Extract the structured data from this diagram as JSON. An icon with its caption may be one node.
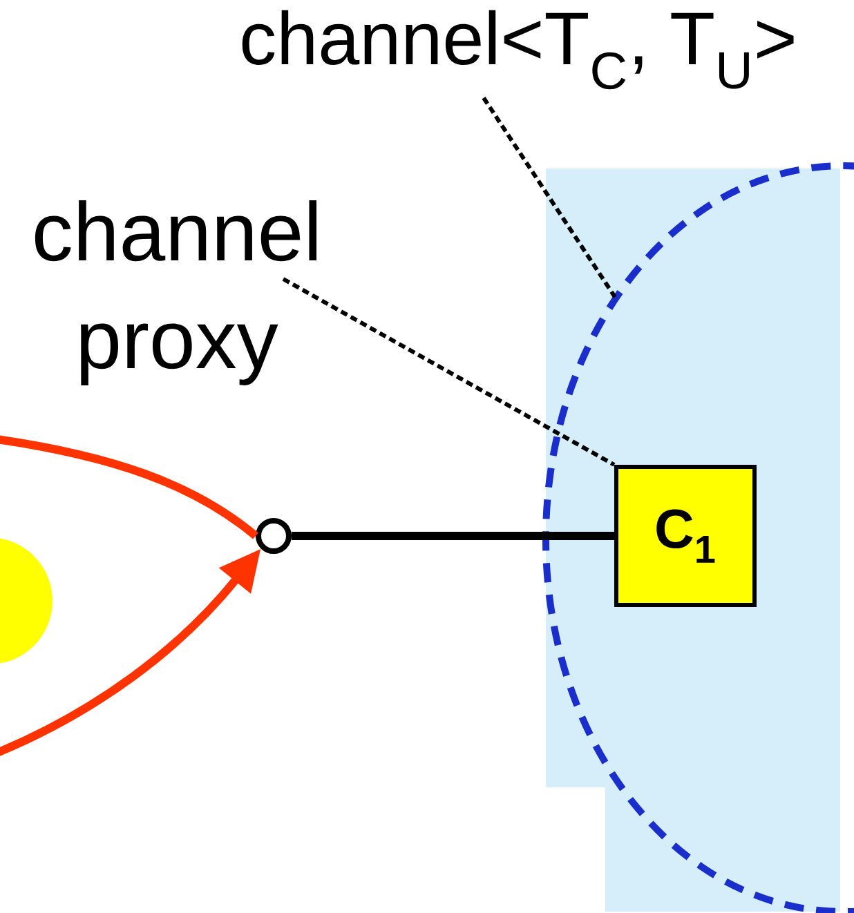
{
  "diagram": {
    "nodes": [
      {
        "text": [
          "channel<T$_{C}$, T$_{U}$>"
        ]
      },
      {
        "text": [
          "channel proxy"
        ]
      },
      {
        "text": [],
        "shape": "ellipse"
      },
      {
        "text": [
          "C$_{1}$"
        ],
        "in": 2
      },
      {
        "text": [],
        "shape": "circle"
      },
      {
        "text": [],
        "shape": "circle"
      }
    ],
    "edges": [
      {
        "from": 0,
        "to": 2,
        "arrow": "none",
        "style": "dashed"
      },
      {
        "from": 1,
        "to": 3,
        "arrow": "none",
        "style": "dashed"
      },
      {
        "from": 4,
        "to": 3,
        "arrow": "none"
      },
      {
        "from": null,
        "to": 4,
        "arrow": "none",
        "color": "#ff3300"
      },
      {
        "from": null,
        "to": 4,
        "arrow": "to",
        "color": "#ff3300"
      }
    ]
  }
}
